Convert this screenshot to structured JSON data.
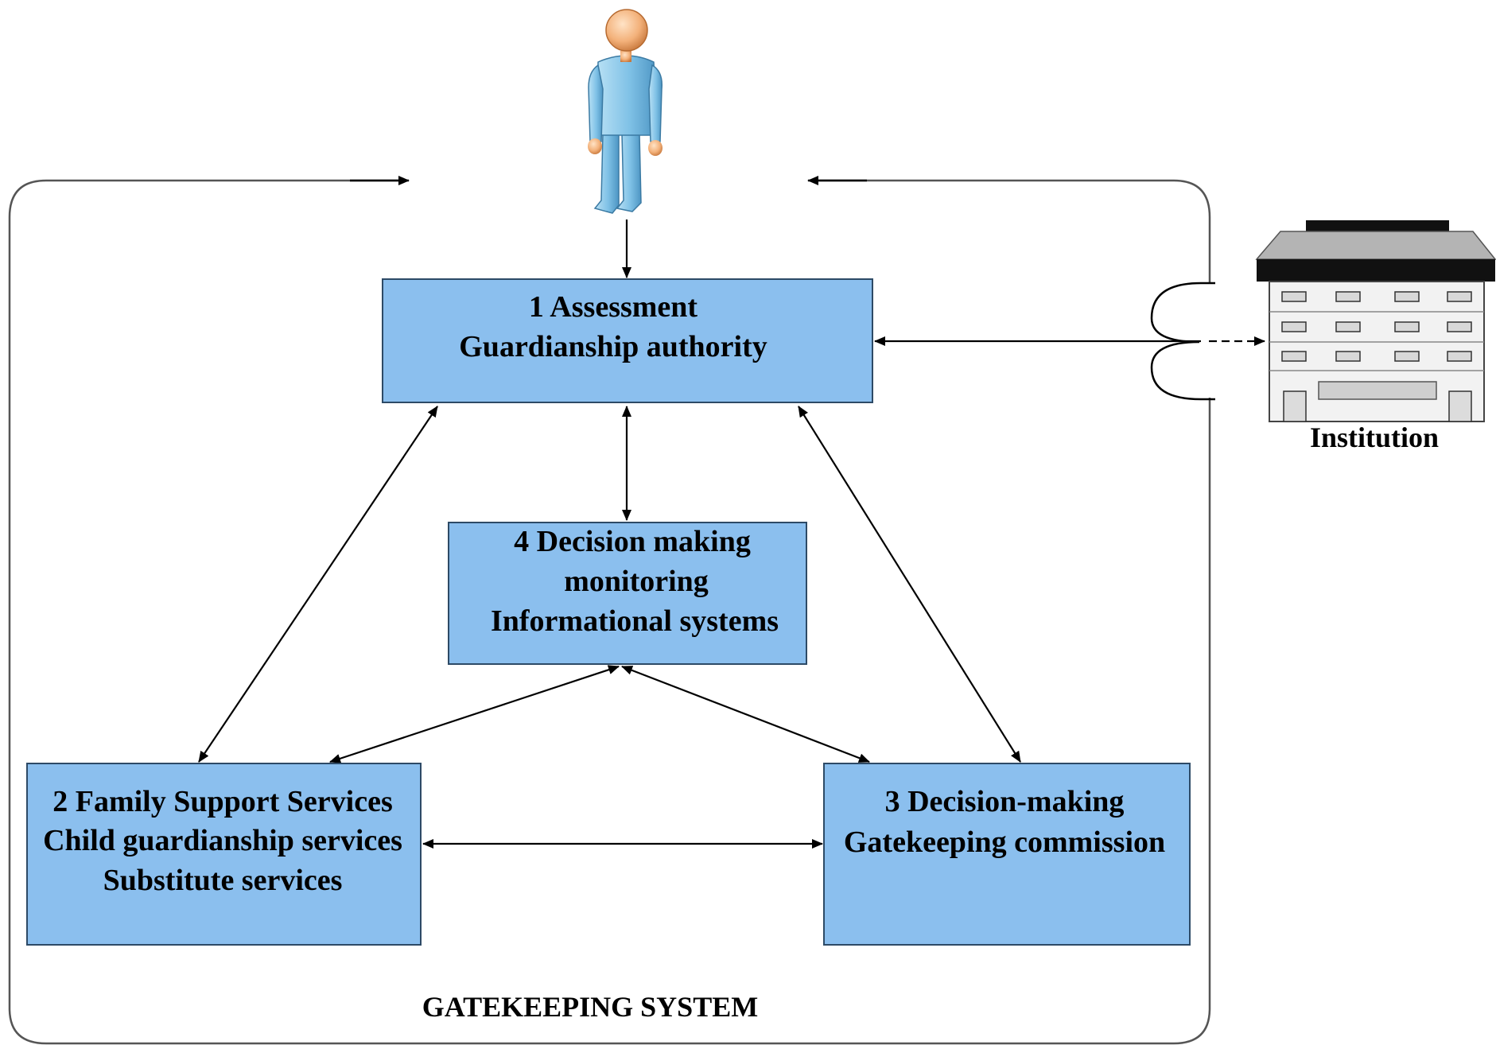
{
  "diagram": {
    "system_label": "GATEKEEPING SYSTEM",
    "colors": {
      "box_fill": "#8bbfee",
      "box_stroke": "#2d4a66",
      "line": "#000000",
      "person_body": "#8ec9e8",
      "person_head": "#f0b27a",
      "building_roof": "#b4b4b4",
      "building_body": "#f2f2f2"
    },
    "boxes": [
      {
        "id": "assessment",
        "lines": [
          "1 Assessment",
          "Guardianship authority"
        ]
      },
      {
        "id": "decision-monitoring",
        "lines": [
          "4 Decision making",
          "monitoring",
          "Informational systems"
        ]
      },
      {
        "id": "family-support",
        "lines": [
          "2 Family Support Services",
          "Child guardianship services",
          "Substitute services"
        ]
      },
      {
        "id": "decision-gatekeeping",
        "lines": [
          "3 Decision-making",
          "Gatekeeping commission"
        ]
      }
    ],
    "person": {
      "icon": "person-icon"
    },
    "institution": {
      "icon": "building-icon",
      "label": "Institution"
    },
    "connections": [
      {
        "from": "person",
        "to": "assessment",
        "direction": "forward"
      },
      {
        "from": "assessment",
        "to": "decision-monitoring",
        "direction": "both"
      },
      {
        "from": "assessment",
        "to": "family-support",
        "direction": "both"
      },
      {
        "from": "assessment",
        "to": "decision-gatekeeping",
        "direction": "both"
      },
      {
        "from": "decision-monitoring",
        "to": "family-support",
        "direction": "both"
      },
      {
        "from": "decision-monitoring",
        "to": "decision-gatekeeping",
        "direction": "both"
      },
      {
        "from": "family-support",
        "to": "decision-gatekeeping",
        "direction": "both"
      },
      {
        "from": "assessment",
        "to": "institution",
        "direction": "both"
      }
    ]
  }
}
